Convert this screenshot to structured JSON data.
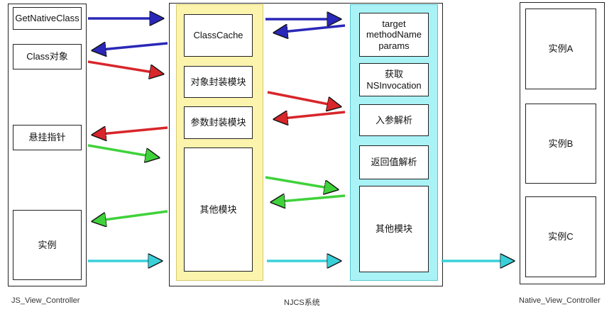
{
  "left_column": {
    "caption": "JS_View_Controller",
    "boxes": [
      "GetNativeClass",
      "Class对象",
      "悬挂指针",
      "实例"
    ]
  },
  "middle": {
    "caption": "NJCS系统",
    "yellow_boxes": [
      "ClassCache",
      "对象封装模块",
      "参数封装模块",
      "其他模块"
    ],
    "cyan_boxes": [
      "target\nmethodName\nparams",
      "获取\nNSInvocation",
      "入参解析",
      "返回值解析",
      "其他模块"
    ]
  },
  "right_column": {
    "caption": "Native_View_Controller",
    "boxes": [
      "实例A",
      "实例B",
      "实例C"
    ]
  },
  "colors": {
    "blue": "#2a28b8",
    "red": "#d8262b",
    "green": "#3fd23a",
    "cyan": "#3ad0da",
    "yellow_panel": "#fcf4ad",
    "cyan_panel": "#a9f2f6"
  }
}
